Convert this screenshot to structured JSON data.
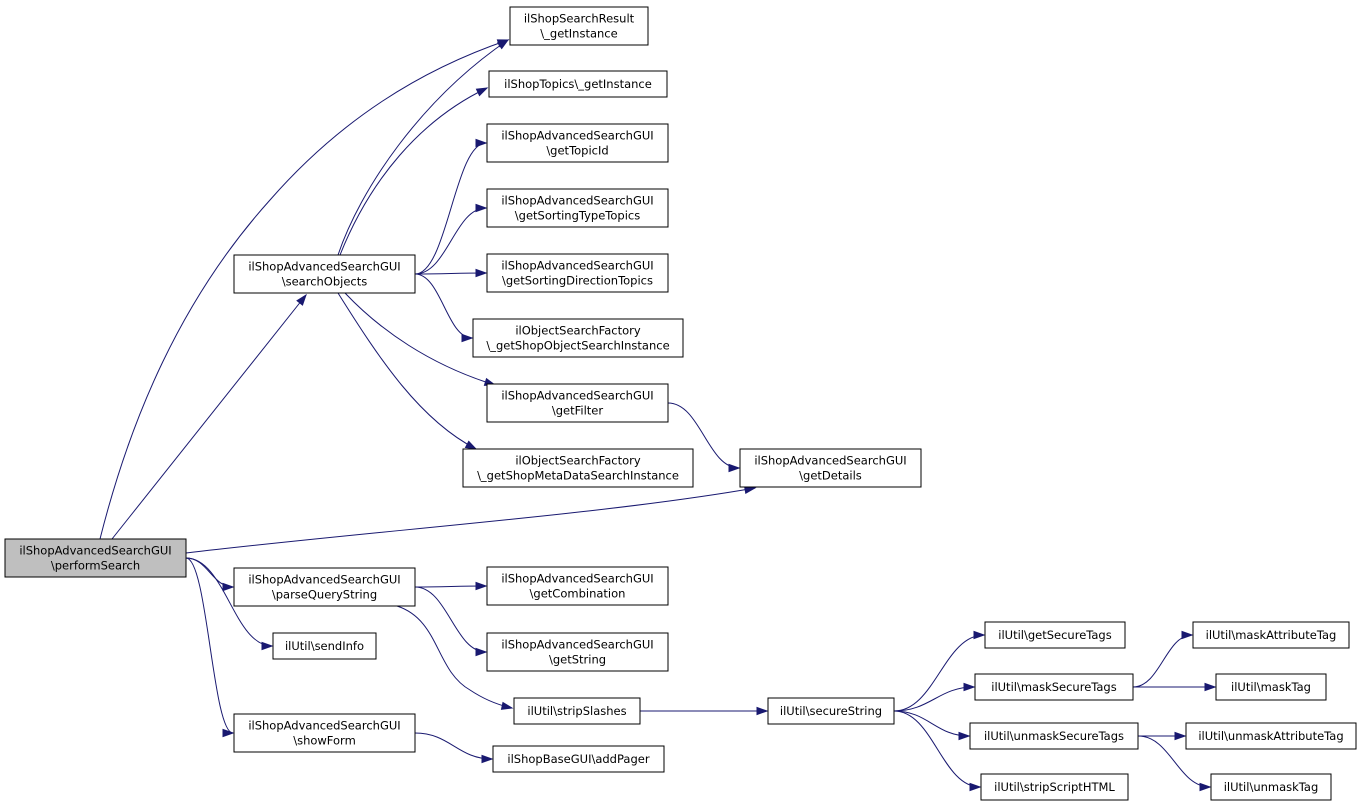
{
  "diagram": {
    "nodes": [
      {
        "id": "performSearch",
        "lines": [
          "ilShopAdvancedSearchGUI",
          "\\performSearch"
        ],
        "highlighted": true
      },
      {
        "id": "searchObjects",
        "lines": [
          "ilShopAdvancedSearchGUI",
          "\\searchObjects"
        ]
      },
      {
        "id": "parseQueryString",
        "lines": [
          "ilShopAdvancedSearchGUI",
          "\\parseQueryString"
        ]
      },
      {
        "id": "sendInfo",
        "lines": [
          "ilUtil\\sendInfo"
        ]
      },
      {
        "id": "showForm",
        "lines": [
          "ilShopAdvancedSearchGUI",
          "\\showForm"
        ]
      },
      {
        "id": "searchResultGetInstance",
        "lines": [
          "ilShopSearchResult",
          "\\_getInstance"
        ]
      },
      {
        "id": "topicsGetInstance",
        "lines": [
          "ilShopTopics\\_getInstance"
        ]
      },
      {
        "id": "getTopicId",
        "lines": [
          "ilShopAdvancedSearchGUI",
          "\\getTopicId"
        ]
      },
      {
        "id": "getSortingTypeTopics",
        "lines": [
          "ilShopAdvancedSearchGUI",
          "\\getSortingTypeTopics"
        ]
      },
      {
        "id": "getSortingDirectionTopics",
        "lines": [
          "ilShopAdvancedSearchGUI",
          "\\getSortingDirectionTopics"
        ]
      },
      {
        "id": "getShopObjectSearchInstance",
        "lines": [
          "ilObjectSearchFactory",
          "\\_getShopObjectSearchInstance"
        ]
      },
      {
        "id": "getFilter",
        "lines": [
          "ilShopAdvancedSearchGUI",
          "\\getFilter"
        ]
      },
      {
        "id": "getShopMetaDataSearchInstance",
        "lines": [
          "ilObjectSearchFactory",
          "\\_getShopMetaDataSearchInstance"
        ]
      },
      {
        "id": "getDetails",
        "lines": [
          "ilShopAdvancedSearchGUI",
          "\\getDetails"
        ]
      },
      {
        "id": "getCombination",
        "lines": [
          "ilShopAdvancedSearchGUI",
          "\\getCombination"
        ]
      },
      {
        "id": "getString",
        "lines": [
          "ilShopAdvancedSearchGUI",
          "\\getString"
        ]
      },
      {
        "id": "stripSlashes",
        "lines": [
          "ilUtil\\stripSlashes"
        ]
      },
      {
        "id": "addPager",
        "lines": [
          "ilShopBaseGUI\\addPager"
        ]
      },
      {
        "id": "secureString",
        "lines": [
          "ilUtil\\secureString"
        ]
      },
      {
        "id": "getSecureTags",
        "lines": [
          "ilUtil\\getSecureTags"
        ]
      },
      {
        "id": "maskSecureTags",
        "lines": [
          "ilUtil\\maskSecureTags"
        ]
      },
      {
        "id": "unmaskSecureTags",
        "lines": [
          "ilUtil\\unmaskSecureTags"
        ]
      },
      {
        "id": "stripScriptHTML",
        "lines": [
          "ilUtil\\stripScriptHTML"
        ]
      },
      {
        "id": "maskAttributeTag",
        "lines": [
          "ilUtil\\maskAttributeTag"
        ]
      },
      {
        "id": "maskTag",
        "lines": [
          "ilUtil\\maskTag"
        ]
      },
      {
        "id": "unmaskAttributeTag",
        "lines": [
          "ilUtil\\unmaskAttributeTag"
        ]
      },
      {
        "id": "unmaskTag",
        "lines": [
          "ilUtil\\unmaskTag"
        ]
      }
    ],
    "edges": [
      {
        "from": "performSearch",
        "to": "searchResultGetInstance"
      },
      {
        "from": "performSearch",
        "to": "searchObjects"
      },
      {
        "from": "performSearch",
        "to": "getDetails"
      },
      {
        "from": "performSearch",
        "to": "parseQueryString"
      },
      {
        "from": "performSearch",
        "to": "sendInfo"
      },
      {
        "from": "performSearch",
        "to": "showForm"
      },
      {
        "from": "searchObjects",
        "to": "searchResultGetInstance"
      },
      {
        "from": "searchObjects",
        "to": "topicsGetInstance"
      },
      {
        "from": "searchObjects",
        "to": "getTopicId"
      },
      {
        "from": "searchObjects",
        "to": "getSortingTypeTopics"
      },
      {
        "from": "searchObjects",
        "to": "getSortingDirectionTopics"
      },
      {
        "from": "searchObjects",
        "to": "getShopObjectSearchInstance"
      },
      {
        "from": "searchObjects",
        "to": "getFilter"
      },
      {
        "from": "searchObjects",
        "to": "getShopMetaDataSearchInstance"
      },
      {
        "from": "getFilter",
        "to": "getDetails"
      },
      {
        "from": "parseQueryString",
        "to": "getCombination"
      },
      {
        "from": "parseQueryString",
        "to": "getString"
      },
      {
        "from": "parseQueryString",
        "to": "stripSlashes"
      },
      {
        "from": "showForm",
        "to": "addPager"
      },
      {
        "from": "stripSlashes",
        "to": "secureString"
      },
      {
        "from": "secureString",
        "to": "getSecureTags"
      },
      {
        "from": "secureString",
        "to": "maskSecureTags"
      },
      {
        "from": "secureString",
        "to": "unmaskSecureTags"
      },
      {
        "from": "secureString",
        "to": "stripScriptHTML"
      },
      {
        "from": "maskSecureTags",
        "to": "maskAttributeTag"
      },
      {
        "from": "maskSecureTags",
        "to": "maskTag"
      },
      {
        "from": "unmaskSecureTags",
        "to": "unmaskAttributeTag"
      },
      {
        "from": "unmaskSecureTags",
        "to": "unmaskTag"
      }
    ],
    "colors": {
      "edge": "#191970",
      "node_fill": "#ffffff",
      "highlight_fill": "#bfbfbf",
      "node_border": "#000000"
    }
  }
}
